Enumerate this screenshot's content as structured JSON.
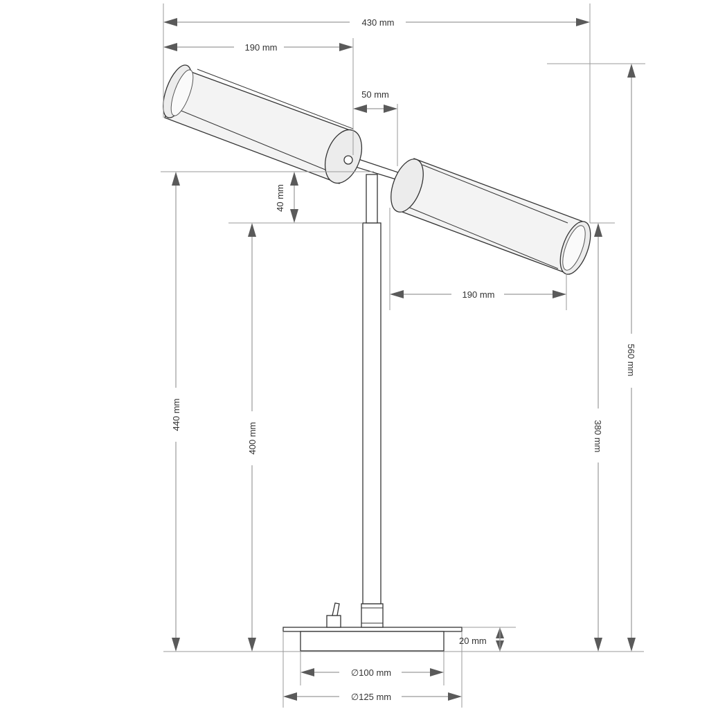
{
  "dimensions": {
    "total_width": "430 mm",
    "left_arm_length": "190 mm",
    "arm_offset": "50 mm",
    "right_arm_length": "190 mm",
    "pivot_drop": "40 mm",
    "total_height": "560 mm",
    "height_left_arm": "440 mm",
    "pole_height": "400 mm",
    "right_tip_height": "380 mm",
    "base_height": "20 mm",
    "base_inner_diameter": "100 mm",
    "base_outer_diameter": "125 mm"
  },
  "symbols": {
    "diameter": "∅"
  }
}
